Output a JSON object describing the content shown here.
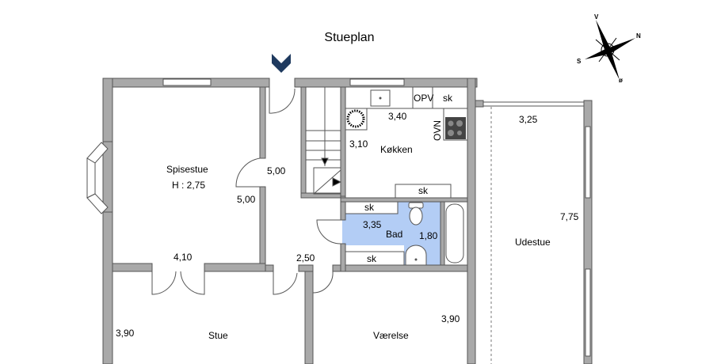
{
  "title": "Stueplan",
  "colors": {
    "wall": "#a9a9a9",
    "bathroom": "#b3cdf5",
    "entrance_marker": "#1f3a5f"
  },
  "compass": {
    "north": "N",
    "south": "S",
    "west": "V",
    "east": "ø"
  },
  "rooms": {
    "spisestue": {
      "name": "Spisestue",
      "height": "H : 2,75",
      "width": "4,10",
      "length": "5,00"
    },
    "hall": {
      "length": "5,00",
      "width": "2,50"
    },
    "kokken": {
      "name": "Køkken",
      "width": "3,40",
      "length": "3,10"
    },
    "bad": {
      "name": "Bad",
      "width": "3,35",
      "length": "1,80"
    },
    "udestue": {
      "name": "Udestue",
      "width": "3,25",
      "length": "7,75"
    },
    "stue": {
      "name": "Stue",
      "length": "3,90"
    },
    "vaerelse": {
      "name": "Værelse",
      "length": "3,90"
    }
  },
  "fixtures": {
    "opv": "OPV",
    "ovn": "OVN",
    "sk": "sk"
  }
}
